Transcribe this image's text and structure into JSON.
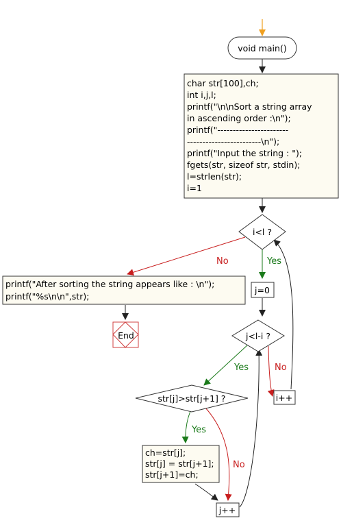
{
  "start": {
    "label": "void main()"
  },
  "init_block": {
    "lines": [
      "char str[100],ch;",
      "int i,j,l;",
      "printf(\"\\n\\nSort a string array",
      "in ascending order :\\n\");",
      "printf(\"-----------------------",
      "------------------------\\n\");",
      "printf(\"Input the string : \");",
      "fgets(str, sizeof str, stdin);",
      "l=strlen(str);",
      "i=1"
    ]
  },
  "outer_condition": {
    "label": "i<l ?"
  },
  "inner_init": {
    "label": "j=0"
  },
  "inner_condition": {
    "label": "j<l-i ?"
  },
  "compare_condition": {
    "label": "str[j]>str[j+1] ?"
  },
  "swap_block": {
    "lines": [
      "ch=str[j];",
      "str[j] = str[j+1];",
      "str[j+1]=ch;"
    ]
  },
  "j_increment": {
    "label": "j++"
  },
  "i_increment": {
    "label": "i++"
  },
  "output_block": {
    "lines": [
      "printf(\"After sorting the string appears like : \\n\");",
      "printf(\"%s\\n\\n\",str);"
    ]
  },
  "end": {
    "label": "End"
  },
  "branch_labels": {
    "outer_yes": "Yes",
    "outer_no": "No",
    "inner_yes": "Yes",
    "inner_no": "No",
    "compare_yes": "Yes",
    "compare_no": "No"
  },
  "colors": {
    "yes": "#1a7a1a",
    "no": "#c81e1e",
    "start_arrow": "#f0a020",
    "box_fill": "#fdfbf1",
    "end_border": "#d04040"
  }
}
